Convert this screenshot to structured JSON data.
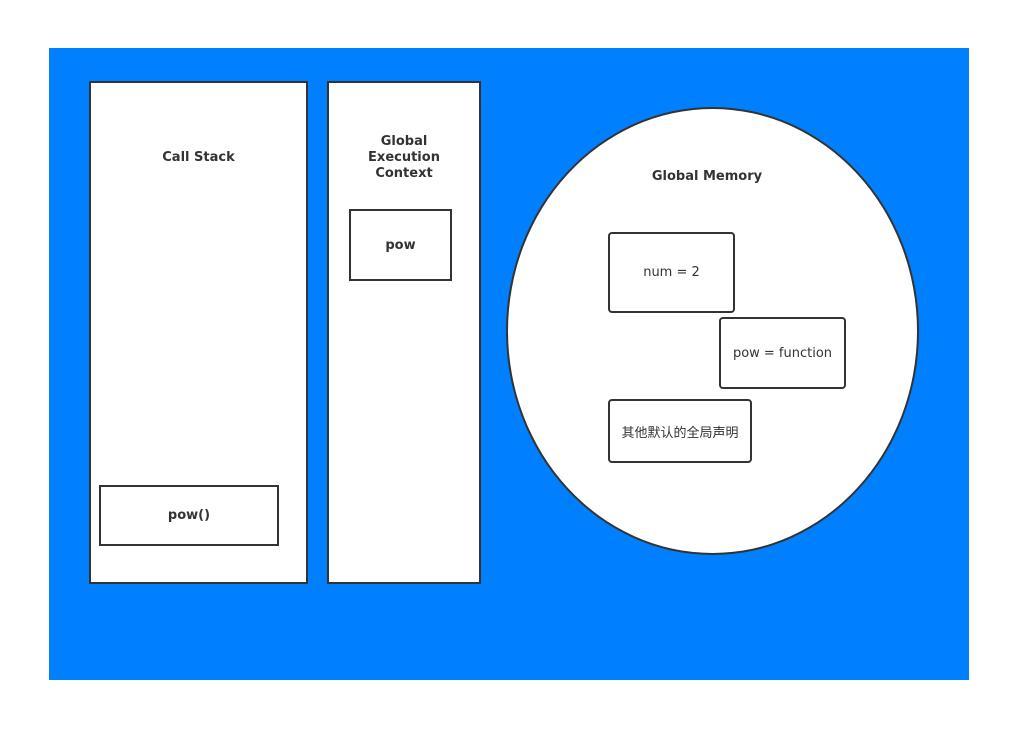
{
  "diagram": {
    "call_stack": {
      "title": "Call Stack",
      "frames": [
        "pow()"
      ]
    },
    "global_execution_context": {
      "title": "Global\nExecution\nContext",
      "items": [
        "pow"
      ]
    },
    "global_memory": {
      "title": "Global Memory",
      "entries": [
        "num = 2",
        "pow = function",
        "其他默认的全局声明"
      ]
    }
  },
  "colors": {
    "background": "#0080ff",
    "panel": "#ffffff",
    "border": "#333333",
    "text": "#333333"
  }
}
